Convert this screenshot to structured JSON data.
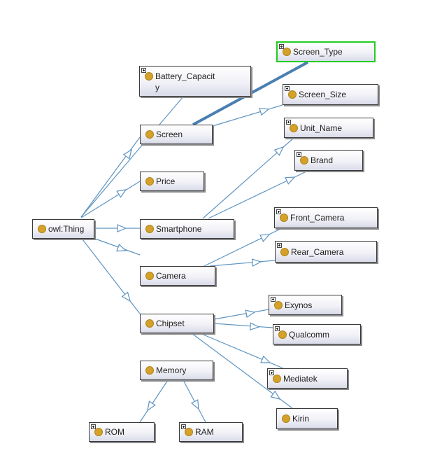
{
  "nodes": [
    {
      "id": "thing",
      "label": "owl:Thing",
      "expander": false
    },
    {
      "id": "battery",
      "label": "Battery_Capacit\ny",
      "expander": true
    },
    {
      "id": "screen",
      "label": "Screen",
      "expander": false
    },
    {
      "id": "price",
      "label": "Price",
      "expander": false
    },
    {
      "id": "smartphone",
      "label": "Smartphone",
      "expander": false
    },
    {
      "id": "camera",
      "label": "Camera",
      "expander": false
    },
    {
      "id": "chipset",
      "label": "Chipset",
      "expander": false
    },
    {
      "id": "memory",
      "label": "Memory",
      "expander": false
    },
    {
      "id": "rom",
      "label": "ROM",
      "expander": true
    },
    {
      "id": "ram",
      "label": "RAM",
      "expander": true
    },
    {
      "id": "screen_type",
      "label": "Screen_Type",
      "expander": true,
      "selected": true
    },
    {
      "id": "screen_size",
      "label": "Screen_Size",
      "expander": true
    },
    {
      "id": "unit_name",
      "label": "Unit_Name",
      "expander": true
    },
    {
      "id": "brand",
      "label": "Brand",
      "expander": true
    },
    {
      "id": "front_camera",
      "label": "Front_Camera",
      "expander": true
    },
    {
      "id": "rear_camera",
      "label": "Rear_Camera",
      "expander": true
    },
    {
      "id": "exynos",
      "label": "Exynos",
      "expander": true
    },
    {
      "id": "qualcomm",
      "label": "Qualcomm",
      "expander": true
    },
    {
      "id": "mediatek",
      "label": "Mediatek",
      "expander": true
    },
    {
      "id": "kirin",
      "label": "Kirin",
      "expander": false
    }
  ],
  "edges": [
    {
      "from": "thing",
      "to": "screen"
    },
    {
      "from": "thing",
      "to": "price"
    },
    {
      "from": "thing",
      "to": "smartphone"
    },
    {
      "from": "thing",
      "to": "camera"
    },
    {
      "from": "thing",
      "to": "chipset"
    },
    {
      "from": "thing",
      "to": "battery"
    },
    {
      "from": "screen",
      "to": "screen_size"
    },
    {
      "from": "screen",
      "to": "screen_type",
      "highlight": true
    },
    {
      "from": "smartphone",
      "to": "unit_name"
    },
    {
      "from": "smartphone",
      "to": "brand"
    },
    {
      "from": "camera",
      "to": "front_camera"
    },
    {
      "from": "camera",
      "to": "rear_camera"
    },
    {
      "from": "chipset",
      "to": "exynos"
    },
    {
      "from": "chipset",
      "to": "qualcomm"
    },
    {
      "from": "chipset",
      "to": "mediatek"
    },
    {
      "from": "chipset",
      "to": "kirin"
    },
    {
      "from": "memory",
      "to": "rom"
    },
    {
      "from": "memory",
      "to": "ram"
    }
  ],
  "colors": {
    "edge": "#5e94c2",
    "highlight_edge": "#4a7fb2",
    "selection": "#22cc22",
    "node_dot": "#d4a12a"
  }
}
